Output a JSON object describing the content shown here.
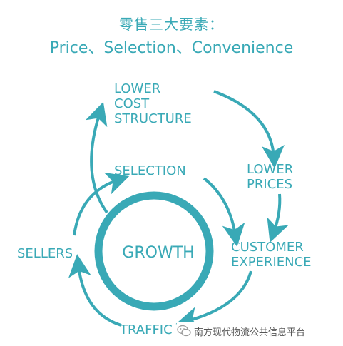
{
  "title": {
    "line1": "零售三大要素：",
    "line2": "Price、Selection、Convenience"
  },
  "diagram": {
    "center": "GROWTH",
    "lower_cost": [
      "LOWER",
      "COST",
      "STRUCTURE"
    ],
    "lower_prices": [
      "LOWER",
      "PRICES"
    ],
    "customer_experience": [
      "CUSTOMER",
      "EXPERIENCE"
    ],
    "traffic": "TRAFFIC",
    "sellers": "SELLERS",
    "selection": "SELECTION"
  },
  "watermark": {
    "text": "南方现代物流公共信息平台",
    "icon": "wechat-icon"
  },
  "colors": {
    "accent": "#39a9b6",
    "text": "#555555"
  }
}
